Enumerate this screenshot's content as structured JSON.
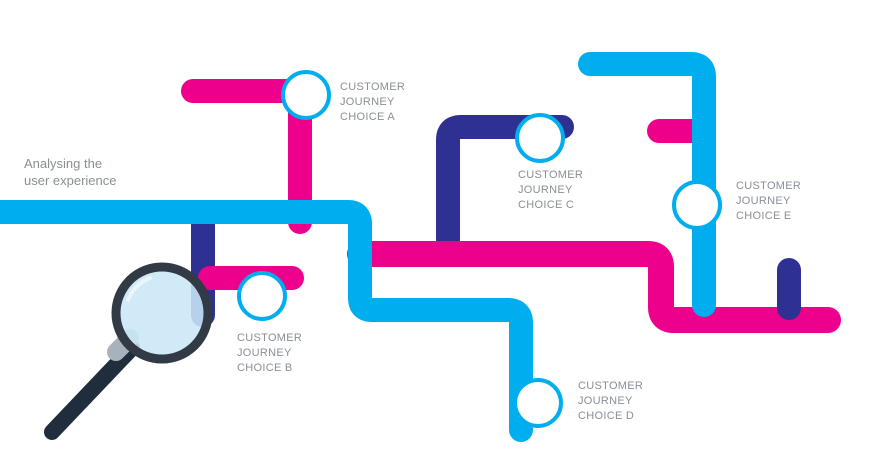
{
  "colors": {
    "cyan": "#00aeef",
    "magenta": "#ec008c",
    "navy": "#2e3192",
    "label_text": "#8a8f96",
    "node_fill": "#ffffff"
  },
  "intro": {
    "line1": "Analysing the",
    "line2": "user experience"
  },
  "choices": [
    {
      "id": "A",
      "line1": "CUSTOMER",
      "line2": "JOURNEY",
      "line3": "CHOICE A"
    },
    {
      "id": "B",
      "line1": "CUSTOMER",
      "line2": "JOURNEY",
      "line3": "CHOICE B"
    },
    {
      "id": "C",
      "line1": "CUSTOMER",
      "line2": "JOURNEY",
      "line3": "CHOICE C"
    },
    {
      "id": "D",
      "line1": "CUSTOMER",
      "line2": "JOURNEY",
      "line3": "CHOICE D"
    },
    {
      "id": "E",
      "line1": "CUSTOMER",
      "line2": "JOURNEY",
      "line3": "CHOICE E"
    }
  ],
  "icons": {
    "magnifier": "magnifying-glass-icon"
  }
}
